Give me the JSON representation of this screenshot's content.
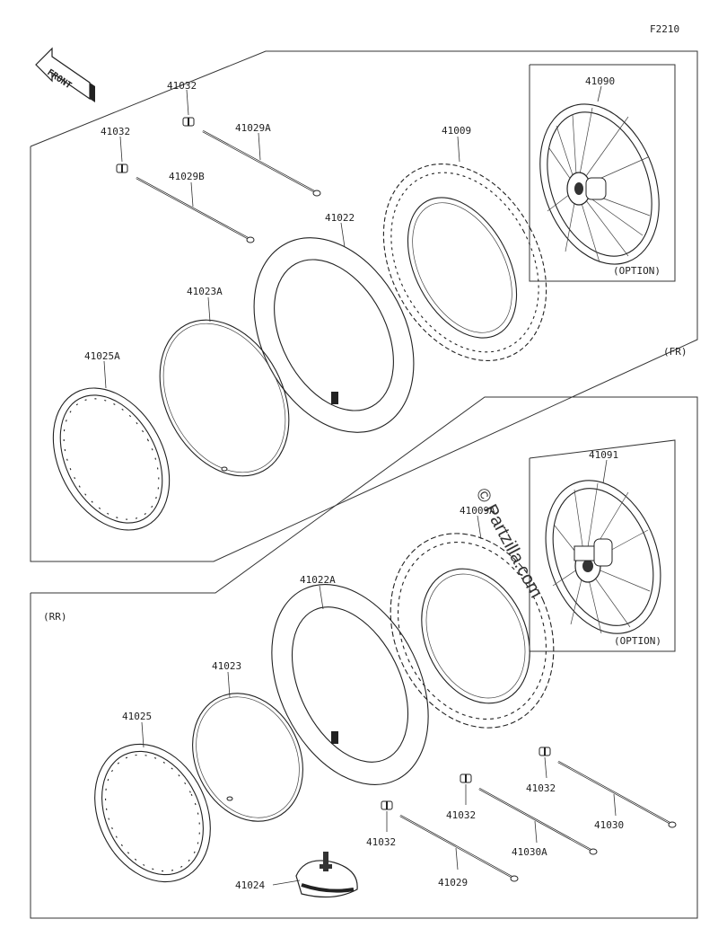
{
  "figure_code": "F2210",
  "front_arrow": "FRONT",
  "sections": {
    "front": {
      "tag": "(FR)",
      "option": "(OPTION)"
    },
    "rear": {
      "tag": "(RR)",
      "option": "(OPTION)"
    }
  },
  "watermark": "© Partzilla.com",
  "parts": {
    "front": {
      "bolt_a": "41032",
      "spoke_a": "41029A",
      "bolt_b": "41032",
      "spoke_b": "41029B",
      "tire": "41009",
      "wheel": "41090",
      "tube": "41022",
      "band": "41023A",
      "rim": "41025A"
    },
    "rear": {
      "wheel": "41091",
      "tire": "41009A",
      "tube": "41022A",
      "band": "41023",
      "rim": "41025",
      "nipple_a": "41032",
      "nipple_b": "41032",
      "nipple_c": "41032",
      "spoke_a": "41030",
      "spoke_b": "41030A",
      "spoke_c": "41029",
      "rim_lock": "41024"
    }
  }
}
